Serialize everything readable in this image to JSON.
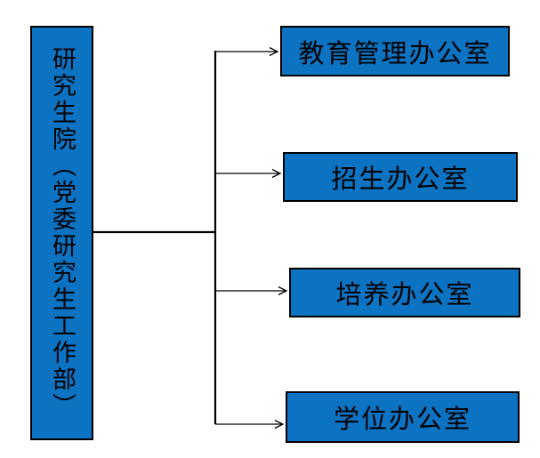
{
  "diagram": {
    "type": "org-chart",
    "root": {
      "label": "研究生院（党委研究生工作部）"
    },
    "children": [
      {
        "label": "教育管理办公室"
      },
      {
        "label": "招生办公室"
      },
      {
        "label": "培养办公室"
      },
      {
        "label": "学位办公室"
      }
    ]
  },
  "colors": {
    "node_fill": "#0c72c2",
    "node_border": "#000000",
    "connector": "#000000",
    "text": "#000000",
    "background": "#ffffff"
  }
}
